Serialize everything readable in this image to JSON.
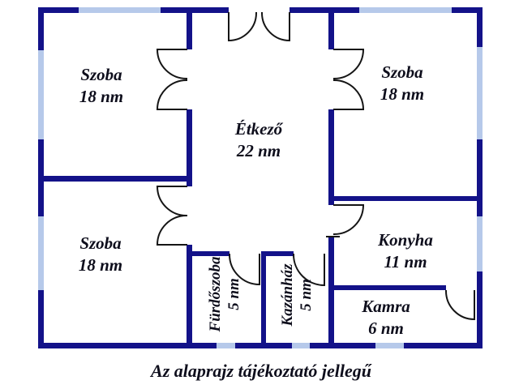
{
  "caption": "Az alaprajz tájékoztató jellegű",
  "rooms": [
    {
      "id": "szoba-top-left",
      "name": "Szoba",
      "area": "18 nm"
    },
    {
      "id": "szoba-top-right",
      "name": "Szoba",
      "area": "18 nm"
    },
    {
      "id": "etkezo",
      "name": "Étkező",
      "area": "22 nm"
    },
    {
      "id": "szoba-bottom-left",
      "name": "Szoba",
      "area": "18 nm"
    },
    {
      "id": "konyha",
      "name": "Konyha",
      "area": "11 nm"
    },
    {
      "id": "furdoszoba",
      "name": "Fürdőszoba",
      "area": "5 nm"
    },
    {
      "id": "kazanhaz",
      "name": "Kazánház",
      "area": "5 nm"
    },
    {
      "id": "kamra",
      "name": "Kamra",
      "area": "6 nm"
    }
  ],
  "colors": {
    "wall": "#131289",
    "window": "#b6c9ea",
    "door": "#151515",
    "text": "#0e0e1c",
    "background": "#ffffff"
  }
}
